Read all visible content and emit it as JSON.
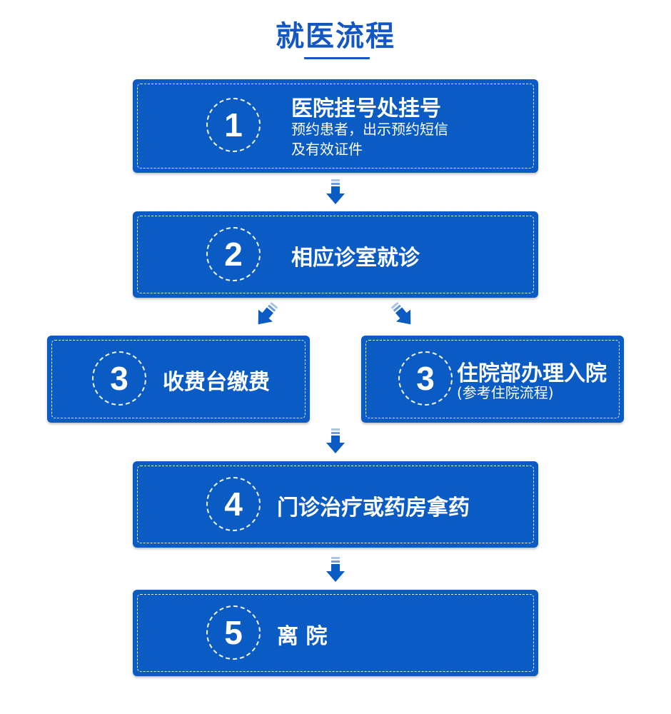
{
  "title": "就医流程",
  "colors": {
    "primary": "#0a5bc4",
    "title": "#1257c4",
    "text": "#ffffff"
  },
  "steps": [
    {
      "number": "1",
      "label": "医院挂号处挂号",
      "sub_line1": "预约患者，出示预约短信",
      "sub_line2": "及有效证件"
    },
    {
      "number": "2",
      "label": "相应诊室就诊"
    },
    {
      "number": "3",
      "label": "收费台缴费"
    },
    {
      "number": "3",
      "label": "住院部办理入院",
      "sub_line1": "(参考住院流程)"
    },
    {
      "number": "4",
      "label": "门诊治疗或药房拿药"
    },
    {
      "number": "5",
      "label": "离 院"
    }
  ],
  "arrows": [
    "down-arrow-icon",
    "down-left-arrow-icon",
    "down-right-arrow-icon",
    "down-arrow-icon",
    "down-arrow-icon"
  ]
}
